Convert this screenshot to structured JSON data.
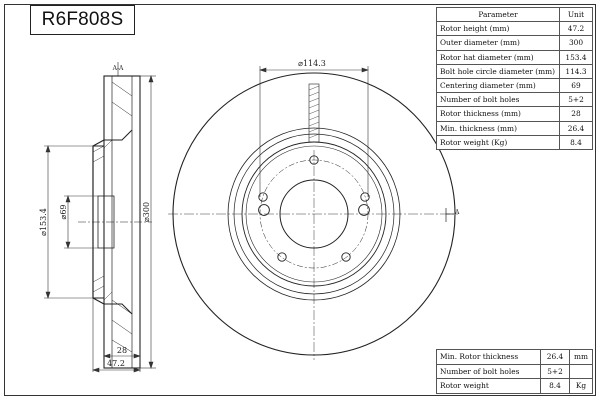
{
  "title": "R6F808S",
  "spec_table": {
    "header": {
      "parameter": "Parameter",
      "unit": "Unit"
    },
    "rows": [
      {
        "label": "Rotor height (mm)",
        "value": "47.2"
      },
      {
        "label": "Outer diameter (mm)",
        "value": "300"
      },
      {
        "label": "Rotor hat diameter (mm)",
        "value": "153.4"
      },
      {
        "label": "Bolt hole circle diameter (mm)",
        "value": "114.3"
      },
      {
        "label": "Centering diameter (mm)",
        "value": "69"
      },
      {
        "label": "Number of bolt holes",
        "value": "5+2"
      },
      {
        "label": "Rotor thickness (mm)",
        "value": "28"
      },
      {
        "label": "Min. thickness (mm)",
        "value": "26.4"
      },
      {
        "label": "Rotor weight (Kg)",
        "value": "8.4"
      }
    ]
  },
  "summary_table": {
    "rows": [
      {
        "label": "Min. Rotor thickness",
        "value": "26.4",
        "unit": "mm"
      },
      {
        "label": "Number of bolt holes",
        "value": "5+2",
        "unit": ""
      },
      {
        "label": "Rotor weight",
        "value": "8.4",
        "unit": "Kg"
      }
    ]
  },
  "drawing": {
    "section_label": "A-A",
    "section_marker": "A",
    "dim_bolt_circle": "⌀114.3",
    "dim_hat": "⌀153.4",
    "dim_center": "⌀69",
    "dim_outer": "⌀300",
    "dim_thickness": "28",
    "dim_height": "47.2"
  }
}
